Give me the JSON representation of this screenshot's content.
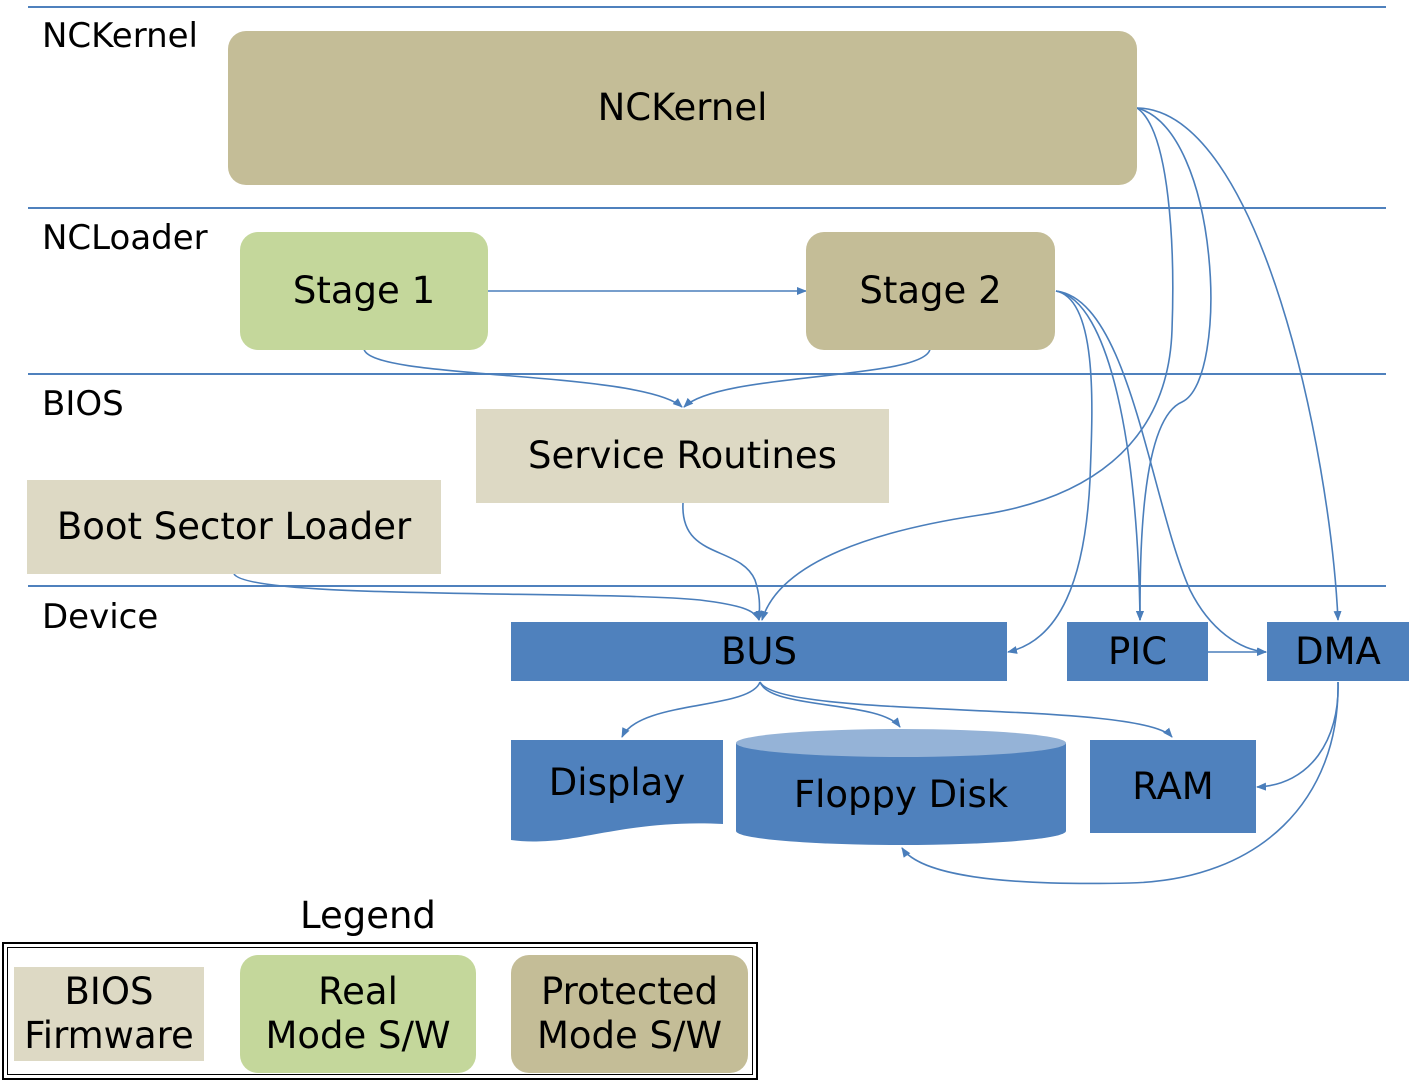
{
  "layers": [
    {
      "label": "NCKernel"
    },
    {
      "label": "NCLoader"
    },
    {
      "label": "BIOS"
    },
    {
      "label": "Device"
    }
  ],
  "nodes": {
    "nckernel": "NCKernel",
    "stage1": "Stage 1",
    "stage2": "Stage 2",
    "service_routines": "Service Routines",
    "boot_sector_loader": "Boot Sector Loader",
    "bus": "BUS",
    "pic": "PIC",
    "dma": "DMA",
    "display": "Display",
    "floppy_disk": "Floppy Disk",
    "ram": "RAM"
  },
  "legend": {
    "title": "Legend",
    "items": [
      {
        "label": "BIOS\nFirmware",
        "color": "#ddd9c4"
      },
      {
        "label": "Real\nMode S/W",
        "color": "#c4d79b"
      },
      {
        "label": "Protected\nMode S/W",
        "color": "#c4bd97"
      }
    ]
  },
  "colors": {
    "bios_firmware": "#ddd9c4",
    "real_mode": "#c4d79b",
    "protected_mode": "#c4bd97",
    "device": "#4f81bd",
    "device_light": "#95b3d7",
    "connector": "#4a7ebb"
  }
}
